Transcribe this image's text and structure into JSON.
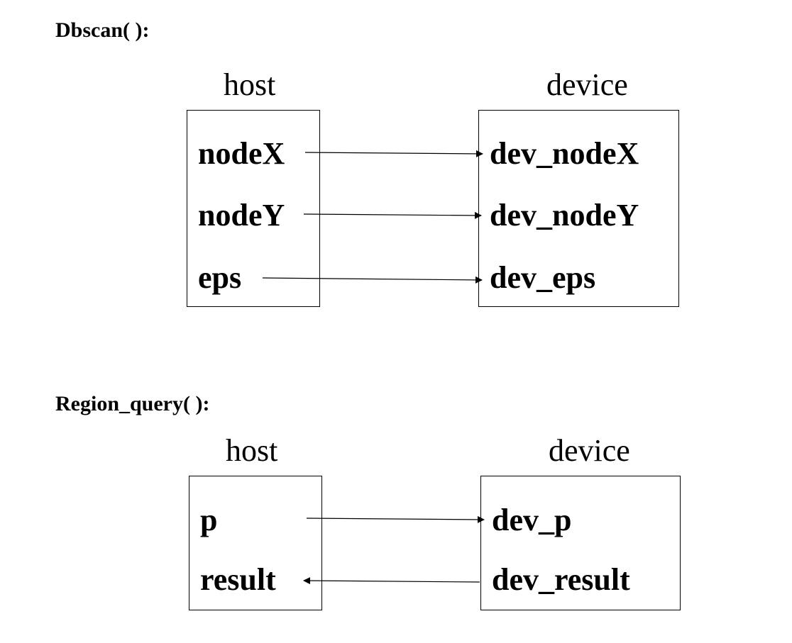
{
  "diagrams": [
    {
      "title": "Dbscan( ):",
      "host_label": "host",
      "device_label": "device",
      "pairs": [
        {
          "host": "nodeX",
          "device": "dev_nodeX",
          "direction": "host-to-device"
        },
        {
          "host": "nodeY",
          "device": "dev_nodeY",
          "direction": "host-to-device"
        },
        {
          "host": "eps",
          "device": "dev_eps",
          "direction": "host-to-device"
        }
      ]
    },
    {
      "title": "Region_query( ):",
      "host_label": "host",
      "device_label": "device",
      "pairs": [
        {
          "host": "p",
          "device": "dev_p",
          "direction": "host-to-device"
        },
        {
          "host": "result",
          "device": "dev_result",
          "direction": "device-to-host"
        }
      ]
    }
  ]
}
